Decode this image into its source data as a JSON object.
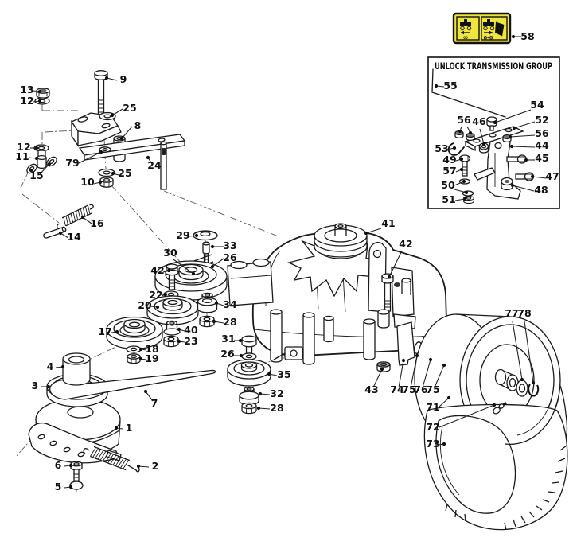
{
  "inset": {
    "title": "UNLOCK TRANSMISSION GROUP"
  },
  "decal": {
    "left_symbol": "∞",
    "right_symbol": "0-0"
  },
  "callouts": [
    {
      "n": "58"
    },
    {
      "n": "13"
    },
    {
      "n": "12"
    },
    {
      "n": "9"
    },
    {
      "n": "25"
    },
    {
      "n": "8"
    },
    {
      "n": "12"
    },
    {
      "n": "11"
    },
    {
      "n": "15"
    },
    {
      "n": "79"
    },
    {
      "n": "24"
    },
    {
      "n": "25"
    },
    {
      "n": "10"
    },
    {
      "n": "16"
    },
    {
      "n": "14"
    },
    {
      "n": "29"
    },
    {
      "n": "33"
    },
    {
      "n": "26"
    },
    {
      "n": "30"
    },
    {
      "n": "42"
    },
    {
      "n": "22"
    },
    {
      "n": "20"
    },
    {
      "n": "17"
    },
    {
      "n": "40"
    },
    {
      "n": "23"
    },
    {
      "n": "18"
    },
    {
      "n": "19"
    },
    {
      "n": "34"
    },
    {
      "n": "28"
    },
    {
      "n": "31"
    },
    {
      "n": "26"
    },
    {
      "n": "35"
    },
    {
      "n": "32"
    },
    {
      "n": "28"
    },
    {
      "n": "41"
    },
    {
      "n": "42"
    },
    {
      "n": "43"
    },
    {
      "n": "74"
    },
    {
      "n": "75"
    },
    {
      "n": "76"
    },
    {
      "n": "75"
    },
    {
      "n": "71"
    },
    {
      "n": "72"
    },
    {
      "n": "73"
    },
    {
      "n": "77"
    },
    {
      "n": "78"
    },
    {
      "n": "4"
    },
    {
      "n": "3"
    },
    {
      "n": "7"
    },
    {
      "n": "1"
    },
    {
      "n": "2"
    },
    {
      "n": "6"
    },
    {
      "n": "5"
    },
    {
      "n": "55"
    },
    {
      "n": "54"
    },
    {
      "n": "56"
    },
    {
      "n": "46"
    },
    {
      "n": "52"
    },
    {
      "n": "56"
    },
    {
      "n": "53"
    },
    {
      "n": "44"
    },
    {
      "n": "49"
    },
    {
      "n": "45"
    },
    {
      "n": "57"
    },
    {
      "n": "47"
    },
    {
      "n": "50"
    },
    {
      "n": "48"
    },
    {
      "n": "51"
    }
  ]
}
